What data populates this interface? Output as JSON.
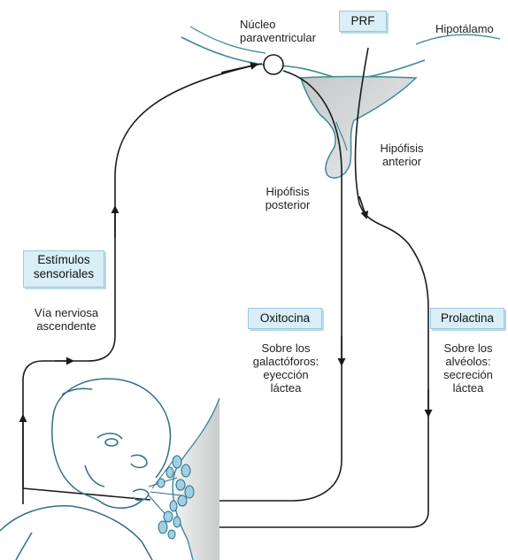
{
  "labels": {
    "nucleo": "Núcleo\nparaventricular",
    "prf": "PRF",
    "hipotalamo": "Hipotálamo",
    "hipofisis_anterior": "Hipófisis\nanterior",
    "hipofisis_posterior": "Hipófisis\nposterior",
    "estimulos": "Estímulos\nsensoriales",
    "via_nerviosa": "Vía nerviosa\nascendente",
    "oxitocina": "Oxitocina",
    "oxitocina_efecto": "Sobre los\ngalactóforos:\neyección\nláctea",
    "prolactina": "Prolactina",
    "prolactina_efecto": "Sobre los\nalvéolos:\nsecreción\nláctea"
  },
  "colors": {
    "pathway": "#1a1a1a",
    "tissue_outline": "#3c8a98",
    "box_fill": "#d9eef6",
    "milk_duct": "#5aa9c8"
  }
}
